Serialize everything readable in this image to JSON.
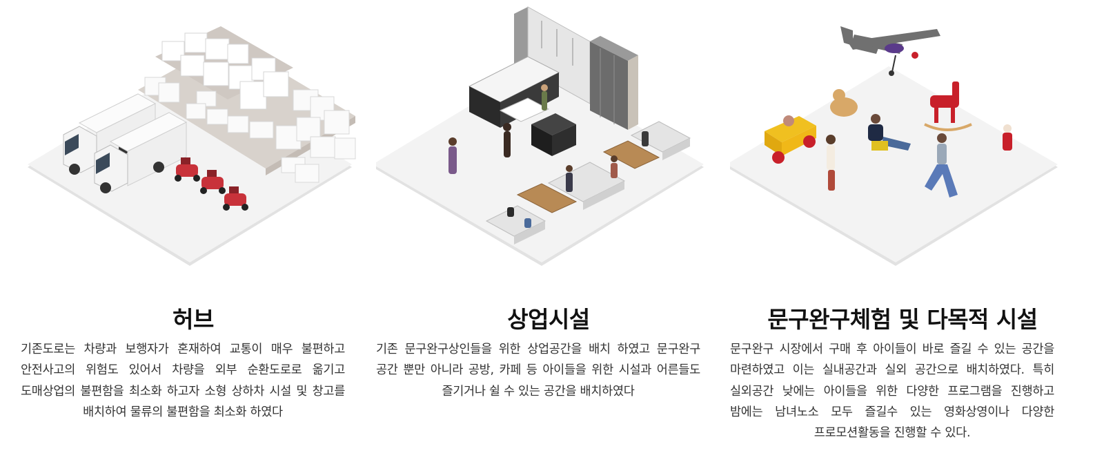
{
  "sections": [
    {
      "title": "허브",
      "body": "기존도로는 차량과 보행자가 혼재하여 교통이 매우 불편하고 안전사고의 위험도 있어서 차량을 외부 순환도로로 옮기고 도매상업의 불편함을 최소화 하고자 소형 상하차 시설 및 창고를 배치하여 물류의 불편함을 최소화 하였다"
    },
    {
      "title": "상업시설",
      "body": "기존 문구완구상인들을 위한 상업공간을 배치 하였고 문구완구 공간 뿐만 아니라 공방, 카페 등 아이들을 위한 시설과 어른들도 즐기거나 쉴 수 있는 공간을 배치하였다"
    },
    {
      "title": "문구완구체험 및 다목적 시설",
      "body": "문구완구 시장에서 구매 후 아이들이 바로 즐길 수 있는 공간을 마련하였고 이는 실내공간과 실외 공간으로 배치하였다. 특히 실외공간 낮에는 아이들을 위한 다양한 프로그램을 진행하고 밤에는 남녀노소 모두 즐길수 있는 영화상영이나 다양한 프로모션활동을 진행할 수 있다."
    }
  ],
  "colors": {
    "floor": "#f1f1f1",
    "scooter": "#c8323a",
    "toy_red": "#c8202a"
  }
}
